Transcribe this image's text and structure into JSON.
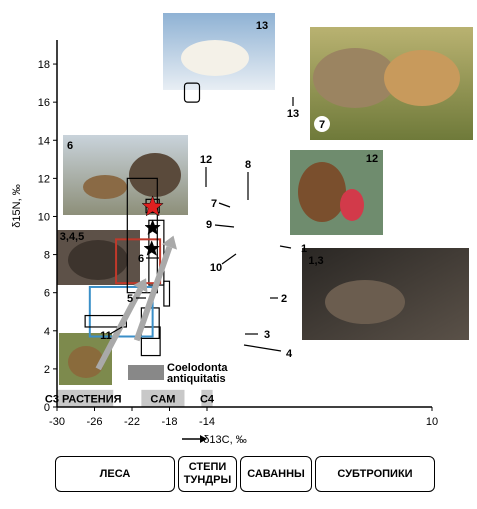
{
  "chart_data": {
    "type": "scatter",
    "xlabel": "δ13C, ‰",
    "ylabel": "δ15N, ‰",
    "xlim": [
      -30,
      10
    ],
    "ylim": [
      0,
      19
    ],
    "x_ticks": [
      "-30",
      "-26",
      "-22",
      "-18",
      "-14",
      "10"
    ],
    "y_ticks": [
      0,
      2,
      4,
      6,
      8,
      10,
      12,
      14,
      16,
      18
    ],
    "grid": false,
    "ranges": [
      {
        "label": "1",
        "x": [
          -20.2,
          -18.6
        ],
        "y": [
          6.4,
          9.8
        ],
        "color": "#000000"
      },
      {
        "label": "2",
        "x": [
          -18.6,
          -18.0
        ],
        "y": [
          5.3,
          6.6
        ],
        "color": "#000000"
      },
      {
        "label": "3",
        "x": [
          -21.0,
          -19.1
        ],
        "y": [
          3.6,
          5.2
        ],
        "color": "#000000"
      },
      {
        "label": "4",
        "x": [
          -21.0,
          -19.0
        ],
        "y": [
          2.7,
          4.2
        ],
        "color": "#000000"
      },
      {
        "label": "5",
        "x": [
          -26.5,
          -19.8
        ],
        "y": [
          3.7,
          6.3
        ],
        "color": "#3a8fc8"
      },
      {
        "label": "6",
        "x": [
          -23.7,
          -19.0
        ],
        "y": [
          6.5,
          8.8
        ],
        "color": "#c0392b"
      },
      {
        "label": "7",
        "x": [
          -20.5,
          -19.1
        ],
        "y": [
          10.2,
          10.9
        ],
        "color": "#000000"
      },
      {
        "label": "11",
        "x": [
          -27.0,
          -22.6
        ],
        "y": [
          4.2,
          4.8
        ],
        "color": "#000000"
      },
      {
        "label": "12",
        "x": [
          -22.5,
          -19.3
        ],
        "y": [
          6.0,
          12.0
        ],
        "color": "#000000"
      },
      {
        "label": "13",
        "x": [
          -16.4,
          -14.8
        ],
        "y": [
          16.0,
          17.0
        ],
        "color": "#000000"
      }
    ],
    "points": [
      {
        "label": "8",
        "x": -19.8,
        "y": 10.5,
        "marker": "star",
        "color": "#e02020"
      },
      {
        "label": "9",
        "x": -19.8,
        "y": 9.4,
        "marker": "star",
        "color": "#000000"
      },
      {
        "label": "10",
        "x": -19.9,
        "y": 8.3,
        "marker": "star",
        "color": "#000000"
      }
    ],
    "arrows": [
      {
        "from": [
          -25.6,
          2.0
        ],
        "to": [
          -21.1,
          6.2
        ]
      },
      {
        "from": [
          -21.5,
          3.5
        ],
        "to": [
          -18.0,
          8.4
        ]
      }
    ],
    "bands": [
      {
        "label": "C3 РАСТЕНИЯ",
        "x": [
          -30,
          -24
        ],
        "y": [
          0,
          0.9
        ],
        "color": "#c8c8c8"
      },
      {
        "label": "CAM",
        "x": [
          -21.0,
          -16.4
        ],
        "y": [
          0,
          0.9
        ],
        "color": "#c8c8c8"
      },
      {
        "label": "C4",
        "x": [
          -14.6,
          -13.4
        ],
        "y": [
          0,
          0.9
        ],
        "color": "#c8c8c8"
      }
    ],
    "legend": {
      "label": "Coelodonta antiquitatis",
      "color": "#888888"
    },
    "photo_labels": [
      "13",
      "7",
      "6",
      "12",
      "3,4,5",
      "1,3"
    ]
  },
  "biomes": [
    "ЛЕСА",
    "СТЕПИ\nТУНДРЫ",
    "САВАННЫ",
    "СУБТРОПИКИ"
  ],
  "colors": {
    "panel_bg": "#ffffff",
    "band": "#c8c8c8",
    "arrow": "#a9a9a9"
  }
}
